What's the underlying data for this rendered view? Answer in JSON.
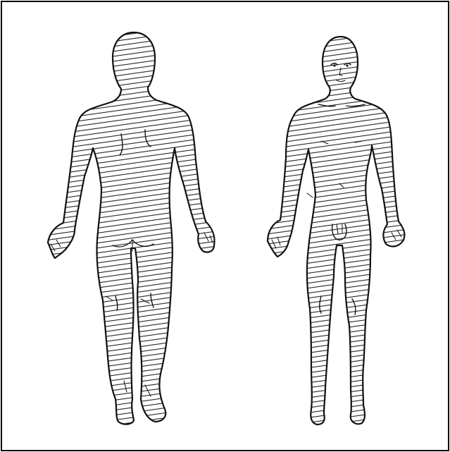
{
  "figure": {
    "figures": [
      {
        "id": "back",
        "view": "posterior",
        "hatched": true
      },
      {
        "id": "front",
        "view": "anterior",
        "hatched": true
      }
    ],
    "colors": {
      "line": "#111111",
      "background": "#ffffff",
      "frame": "#000000"
    }
  }
}
